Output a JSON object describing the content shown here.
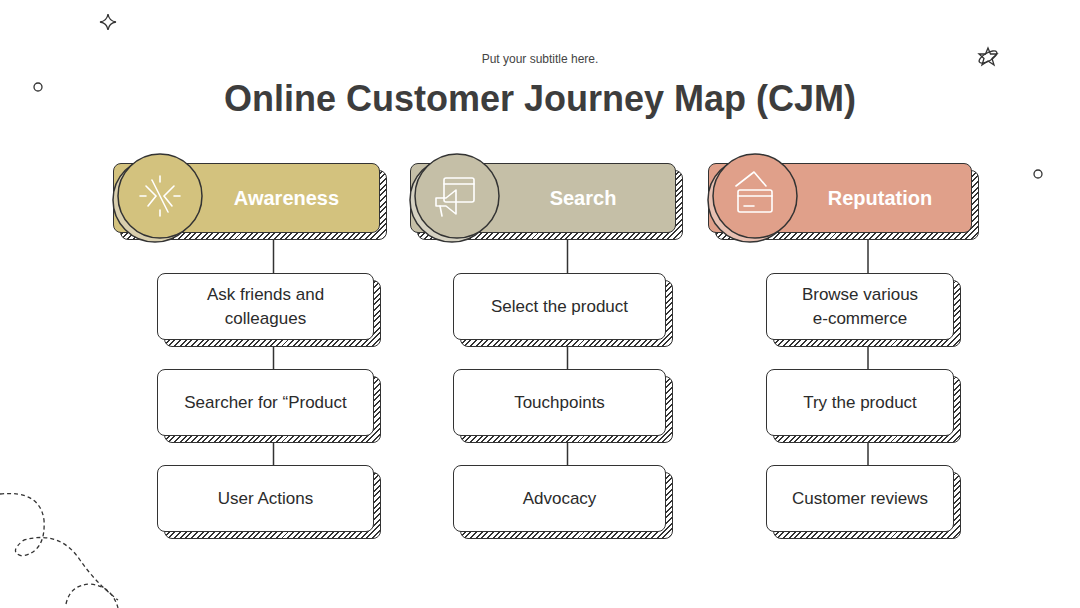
{
  "diagram": {
    "title": "Online Customer Journey Map (CJM)",
    "nodes": [
      {
        "text": [
          "Awareness"
        ]
      },
      {
        "text": [
          "Ask friends and colleagues"
        ]
      },
      {
        "text": [
          "Searcher for “Product"
        ]
      },
      {
        "text": [
          "User Actions"
        ]
      },
      {
        "text": [
          "Search"
        ]
      },
      {
        "text": [
          "Select the product"
        ]
      },
      {
        "text": [
          "Touchpoints"
        ]
      },
      {
        "text": [
          "Advocacy"
        ]
      },
      {
        "text": [
          "Reputation"
        ]
      },
      {
        "text": [
          "Browse various e-commerce"
        ]
      },
      {
        "text": [
          "Try the product"
        ]
      },
      {
        "text": [
          "Customer reviews"
        ]
      }
    ],
    "edges": [
      {
        "from": 0,
        "to": 1,
        "arrow": "none"
      },
      {
        "from": 1,
        "to": 2,
        "arrow": "none"
      },
      {
        "from": 2,
        "to": 3,
        "arrow": "none"
      },
      {
        "from": 4,
        "to": 5,
        "arrow": "none"
      },
      {
        "from": 5,
        "to": 6,
        "arrow": "none"
      },
      {
        "from": 6,
        "to": 7,
        "arrow": "none"
      },
      {
        "from": 8,
        "to": 9,
        "arrow": "none"
      },
      {
        "from": 9,
        "to": 10,
        "arrow": "none"
      },
      {
        "from": 10,
        "to": 11,
        "arrow": "none"
      }
    ],
    "labels": [
      "Put your subtitle here."
    ]
  }
}
